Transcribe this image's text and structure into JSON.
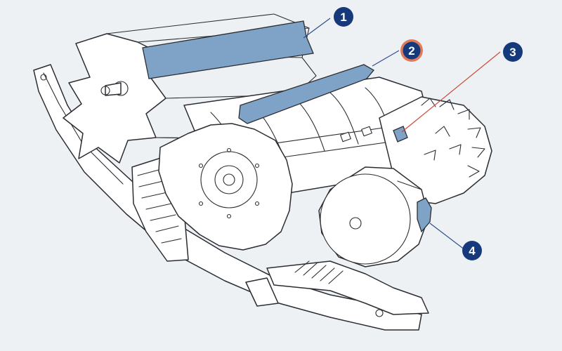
{
  "colors": {
    "background": "#eef1f4",
    "highlight_fill": "#7fa3c6",
    "callout_fill": "#15397a",
    "callout_ring_2": "#e07a5a",
    "leader_blue": "#2e4f8f",
    "leader_red": "#d0483a"
  },
  "callouts": [
    {
      "number": "1"
    },
    {
      "number": "2"
    },
    {
      "number": "3"
    },
    {
      "number": "4"
    }
  ]
}
